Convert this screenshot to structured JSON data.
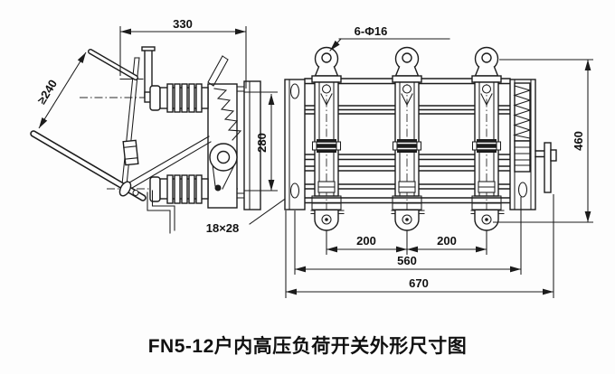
{
  "drawing": {
    "title": "FN5-12户内高压负荷开关外形尺寸图",
    "line_color": "#1c1c1c",
    "background_color": "#fdfdfd",
    "side_view": {
      "dim_width": "330",
      "dim_handle_clearance": "≥240",
      "dim_slot": "18×28"
    },
    "front_view": {
      "dim_holes": "6-Φ16",
      "dim_mount_height": "280",
      "dim_height": "460",
      "dim_pole_gap_1": "200",
      "dim_pole_gap_2": "200",
      "dim_mount_width": "560",
      "dim_width": "670"
    }
  }
}
